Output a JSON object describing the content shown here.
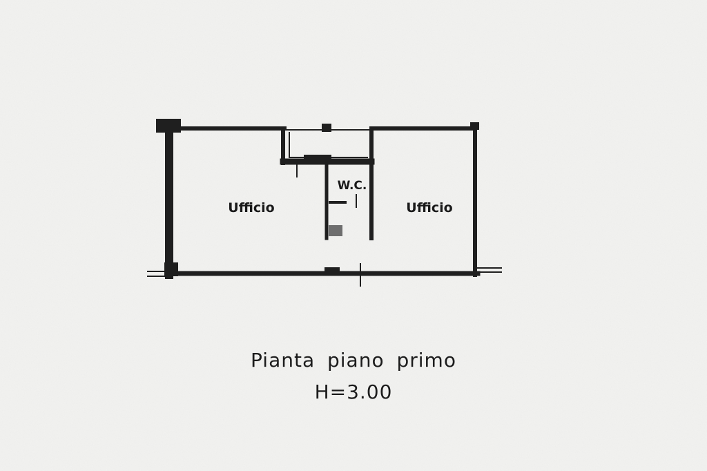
{
  "plan": {
    "rooms": [
      {
        "label": "Ufficio"
      },
      {
        "label": "Ufficio"
      }
    ],
    "wc_label": "W.C."
  },
  "caption": {
    "title": "Pianta piano primo",
    "height": "H=3.00"
  }
}
